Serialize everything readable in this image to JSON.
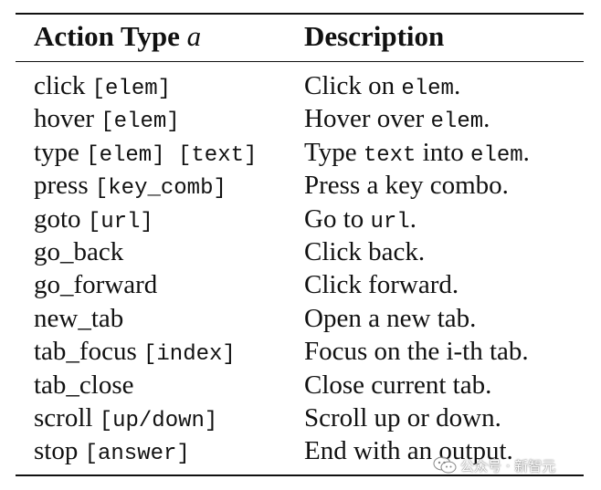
{
  "table": {
    "header": {
      "action_label": "Action Type",
      "action_symbol": "a",
      "description_label": "Description"
    },
    "rows": [
      {
        "action": [
          {
            "t": "click ",
            "m": false
          },
          {
            "t": "[elem]",
            "m": true
          }
        ],
        "desc": [
          {
            "t": "Click on ",
            "m": false
          },
          {
            "t": "elem",
            "m": true
          },
          {
            "t": ".",
            "m": false
          }
        ]
      },
      {
        "action": [
          {
            "t": "hover ",
            "m": false
          },
          {
            "t": "[elem]",
            "m": true
          }
        ],
        "desc": [
          {
            "t": "Hover over ",
            "m": false
          },
          {
            "t": "elem",
            "m": true
          },
          {
            "t": ".",
            "m": false
          }
        ]
      },
      {
        "action": [
          {
            "t": "type ",
            "m": false
          },
          {
            "t": "[elem] [text]",
            "m": true
          }
        ],
        "desc": [
          {
            "t": "Type ",
            "m": false
          },
          {
            "t": "text",
            "m": true
          },
          {
            "t": " into ",
            "m": false
          },
          {
            "t": "elem",
            "m": true
          },
          {
            "t": ".",
            "m": false
          }
        ]
      },
      {
        "action": [
          {
            "t": "press ",
            "m": false
          },
          {
            "t": "[key_comb]",
            "m": true
          }
        ],
        "desc": [
          {
            "t": "Press a key combo.",
            "m": false
          }
        ]
      },
      {
        "action": [
          {
            "t": "goto ",
            "m": false
          },
          {
            "t": "[url]",
            "m": true
          }
        ],
        "desc": [
          {
            "t": "Go to ",
            "m": false
          },
          {
            "t": "url",
            "m": true
          },
          {
            "t": ".",
            "m": false
          }
        ]
      },
      {
        "action": [
          {
            "t": "go_back",
            "m": false
          }
        ],
        "desc": [
          {
            "t": "Click back.",
            "m": false
          }
        ]
      },
      {
        "action": [
          {
            "t": "go_forward",
            "m": false
          }
        ],
        "desc": [
          {
            "t": "Click forward.",
            "m": false
          }
        ]
      },
      {
        "action": [
          {
            "t": "new_tab",
            "m": false
          }
        ],
        "desc": [
          {
            "t": "Open a new tab.",
            "m": false
          }
        ]
      },
      {
        "action": [
          {
            "t": "tab_focus ",
            "m": false
          },
          {
            "t": "[index]",
            "m": true
          }
        ],
        "desc": [
          {
            "t": "Focus on the i-th tab.",
            "m": false
          }
        ]
      },
      {
        "action": [
          {
            "t": "tab_close",
            "m": false
          }
        ],
        "desc": [
          {
            "t": "Close current tab.",
            "m": false
          }
        ]
      },
      {
        "action": [
          {
            "t": "scroll ",
            "m": false
          },
          {
            "t": "[up/down]",
            "m": true
          }
        ],
        "desc": [
          {
            "t": "Scroll up or down.",
            "m": false
          }
        ]
      },
      {
        "action": [
          {
            "t": "stop ",
            "m": false
          },
          {
            "t": "[answer]",
            "m": true
          }
        ],
        "desc": [
          {
            "t": "End with an output.",
            "m": false
          }
        ]
      }
    ]
  },
  "watermark": {
    "text": "公众号 · 新智元",
    "icon": "wechat-icon"
  }
}
